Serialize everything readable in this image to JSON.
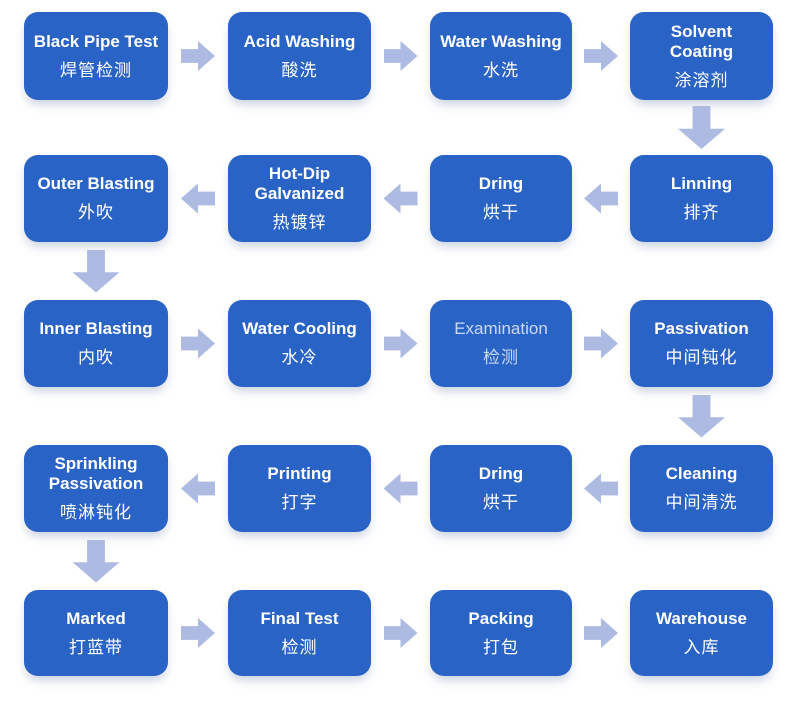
{
  "colors": {
    "node_bg": "#2a63c6",
    "arrow": "#adbae2",
    "text": "#ffffff"
  },
  "nodes": [
    {
      "en": "Black Pipe Test",
      "zh": "焊管检测"
    },
    {
      "en": "Acid Washing",
      "zh": "酸洗"
    },
    {
      "en": "Water Washing",
      "zh": "水洗"
    },
    {
      "en": "Solvent Coating",
      "zh": "涂溶剂"
    },
    {
      "en": "Outer Blasting",
      "zh": "外吹"
    },
    {
      "en": "Hot-Dip Galvanized",
      "zh": "热镀锌"
    },
    {
      "en": "Dring",
      "zh": "烘干"
    },
    {
      "en": "Linning",
      "zh": "排齐"
    },
    {
      "en": "Inner Blasting",
      "zh": "内吹"
    },
    {
      "en": "Water Cooling",
      "zh": "水冷"
    },
    {
      "en": "Examination",
      "zh": "检测",
      "muted": true
    },
    {
      "en": "Passivation",
      "zh": "中间钝化"
    },
    {
      "en": "Sprinkling Passivation",
      "zh": "喷淋钝化"
    },
    {
      "en": "Printing",
      "zh": "打字"
    },
    {
      "en": "Dring",
      "zh": "烘干"
    },
    {
      "en": "Cleaning",
      "zh": "中间清洗"
    },
    {
      "en": "Marked",
      "zh": "打蓝带"
    },
    {
      "en": "Final Test",
      "zh": "检测"
    },
    {
      "en": "Packing",
      "zh": "打包"
    },
    {
      "en": "Warehouse",
      "zh": "入库"
    }
  ]
}
